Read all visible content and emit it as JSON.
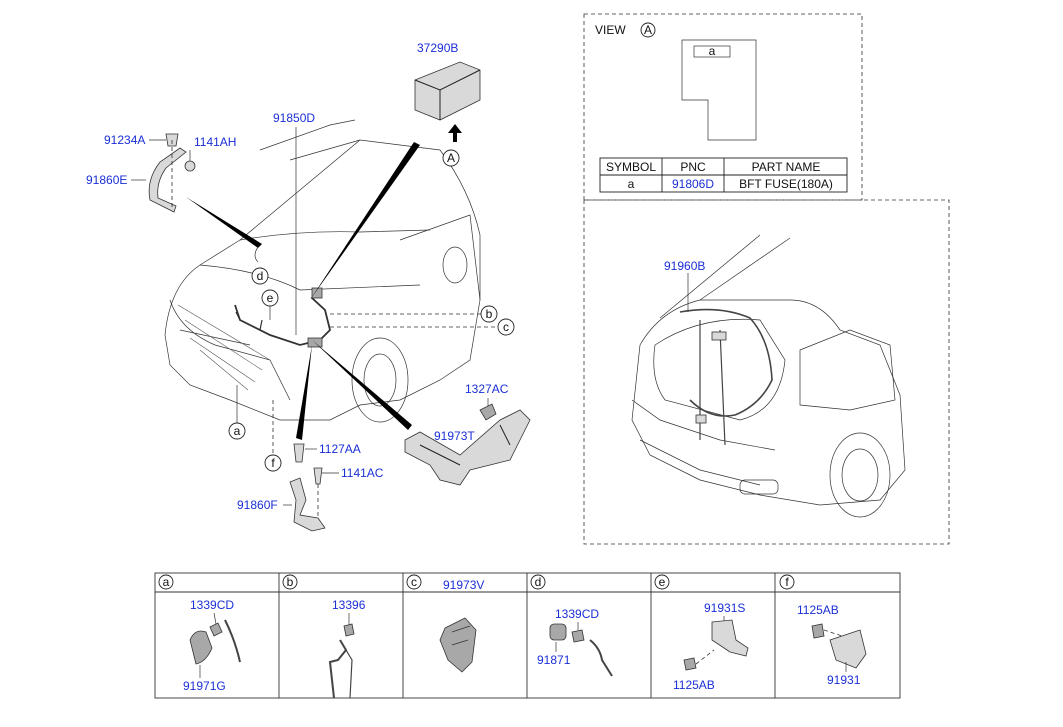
{
  "view_a": {
    "title": "VIEW",
    "circle": "A",
    "inset_label": "a",
    "table": {
      "headers": [
        "SYMBOL",
        "PNC",
        "PART NAME"
      ],
      "row": [
        "a",
        "91806D",
        "BFT FUSE(180A)"
      ]
    }
  },
  "main_labels": {
    "p37290b": "37290B",
    "pA": "A",
    "p91850d": "91850D",
    "p91234a": "91234A",
    "p1141ah": "1141AH",
    "p91860e": "91860E",
    "pd": "d",
    "pe": "e",
    "pb": "b",
    "pc": "c",
    "pa": "a",
    "pf": "f",
    "p1327ac": "1327AC",
    "p91973t": "91973T",
    "p1127aa": "1127AA",
    "p1141ac": "1141AC",
    "p91860f": "91860F"
  },
  "rear_view": {
    "p91960b": "91960B"
  },
  "bottom_panels": [
    {
      "letter": "a",
      "labels": [
        "1339CD",
        "91971G"
      ]
    },
    {
      "letter": "b",
      "labels": [
        "13396"
      ]
    },
    {
      "letter": "c",
      "labels": [
        "91973V"
      ]
    },
    {
      "letter": "d",
      "labels": [
        "1339CD",
        "91871"
      ]
    },
    {
      "letter": "e",
      "labels": [
        "91931S",
        "1125AB"
      ]
    },
    {
      "letter": "f",
      "labels": [
        "1125AB",
        "91931"
      ]
    }
  ]
}
